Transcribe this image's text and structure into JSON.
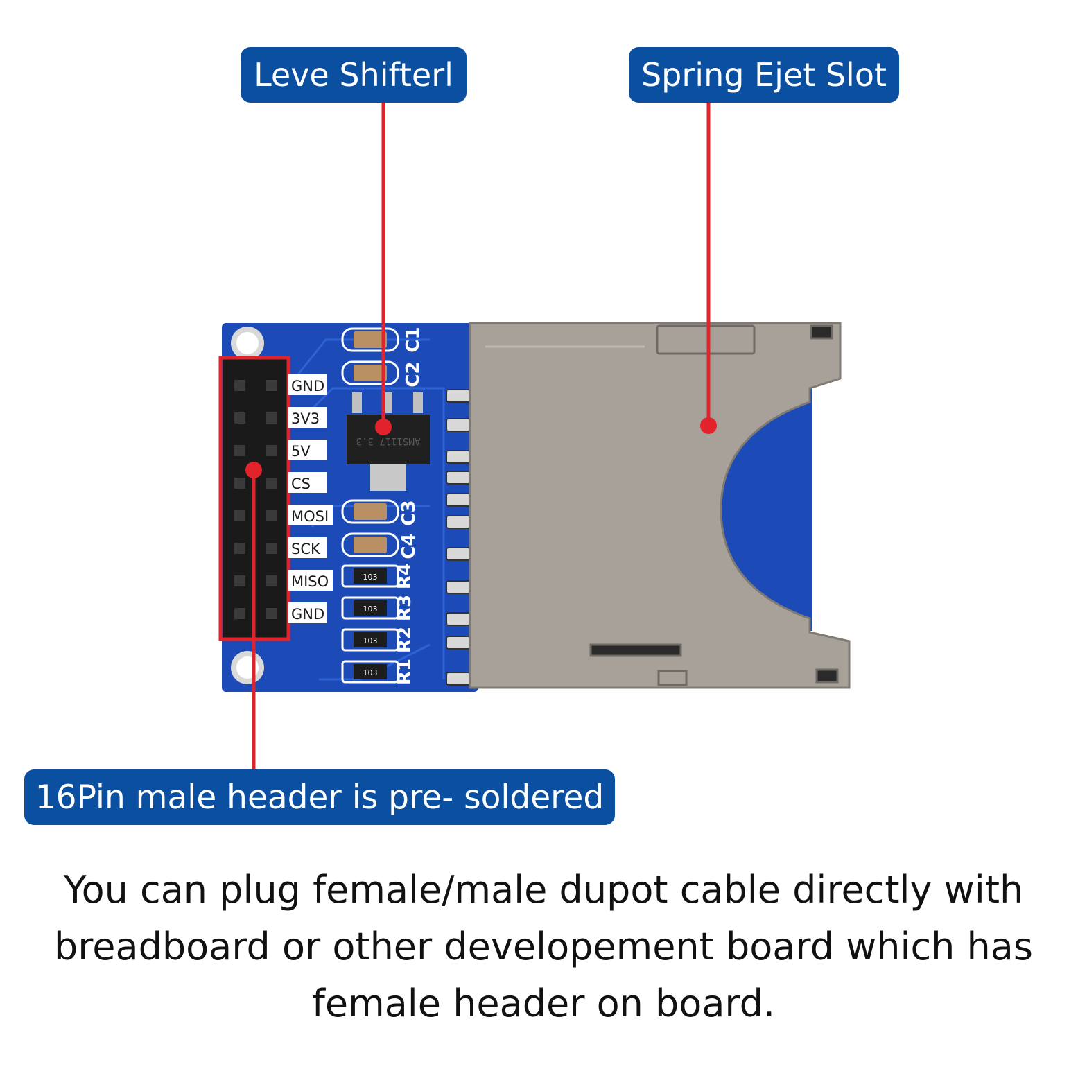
{
  "callouts": {
    "level_shifter": "Leve Shifterl",
    "spring_eject_slot": "Spring Ejet Slot",
    "male_header": "16Pin male header is pre- soldered"
  },
  "pin_labels": [
    "GND",
    "3V3",
    "5V",
    "CS",
    "MOSI",
    "SCK",
    "MISO",
    "GND"
  ],
  "component_labels": {
    "c1": "C1",
    "c2": "C2",
    "c3": "C3",
    "c4": "C4",
    "r1": "R1",
    "r2": "R2",
    "r3": "R3",
    "r4": "R4",
    "resistor_code": "103",
    "regulator_marking": "AMS1117 3.3"
  },
  "caption": {
    "line1": "You can plug female/male dupot cable directly with",
    "line2": "breadboard or other developement board which has",
    "line3": "female header on board."
  },
  "colors": {
    "callout_bg": "#0a4fa0",
    "leader_line": "#e3232c",
    "pcb": "#1c4bb8",
    "slot_metal": "#a7a19a"
  }
}
